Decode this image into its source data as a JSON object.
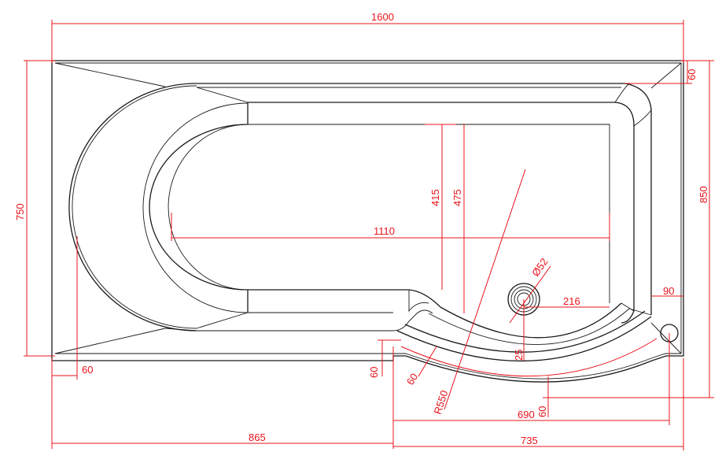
{
  "diagram": {
    "colors": {
      "outline": "#1a1a1a",
      "dimension": "#e8141b",
      "background": "#ffffff"
    },
    "dimensions": {
      "overall_length": "1600",
      "overall_width": "750",
      "overall_width_with_panel": "850",
      "inner_length": "1110",
      "inner_width_narrow": "415",
      "inner_width_wide": "475",
      "waste_diameter": "Ø52",
      "waste_offset": "216",
      "waste_to_edge": "25",
      "front_radius": "R550",
      "rim_top_right": "60",
      "rim_bottom_left": "60",
      "rim_front_vertical": "60",
      "rim_front_diagonal": "60",
      "rim_front_bottom": "60",
      "right_offset": "90",
      "panel_chord": "690",
      "left_section": "865",
      "right_section": "735"
    }
  }
}
